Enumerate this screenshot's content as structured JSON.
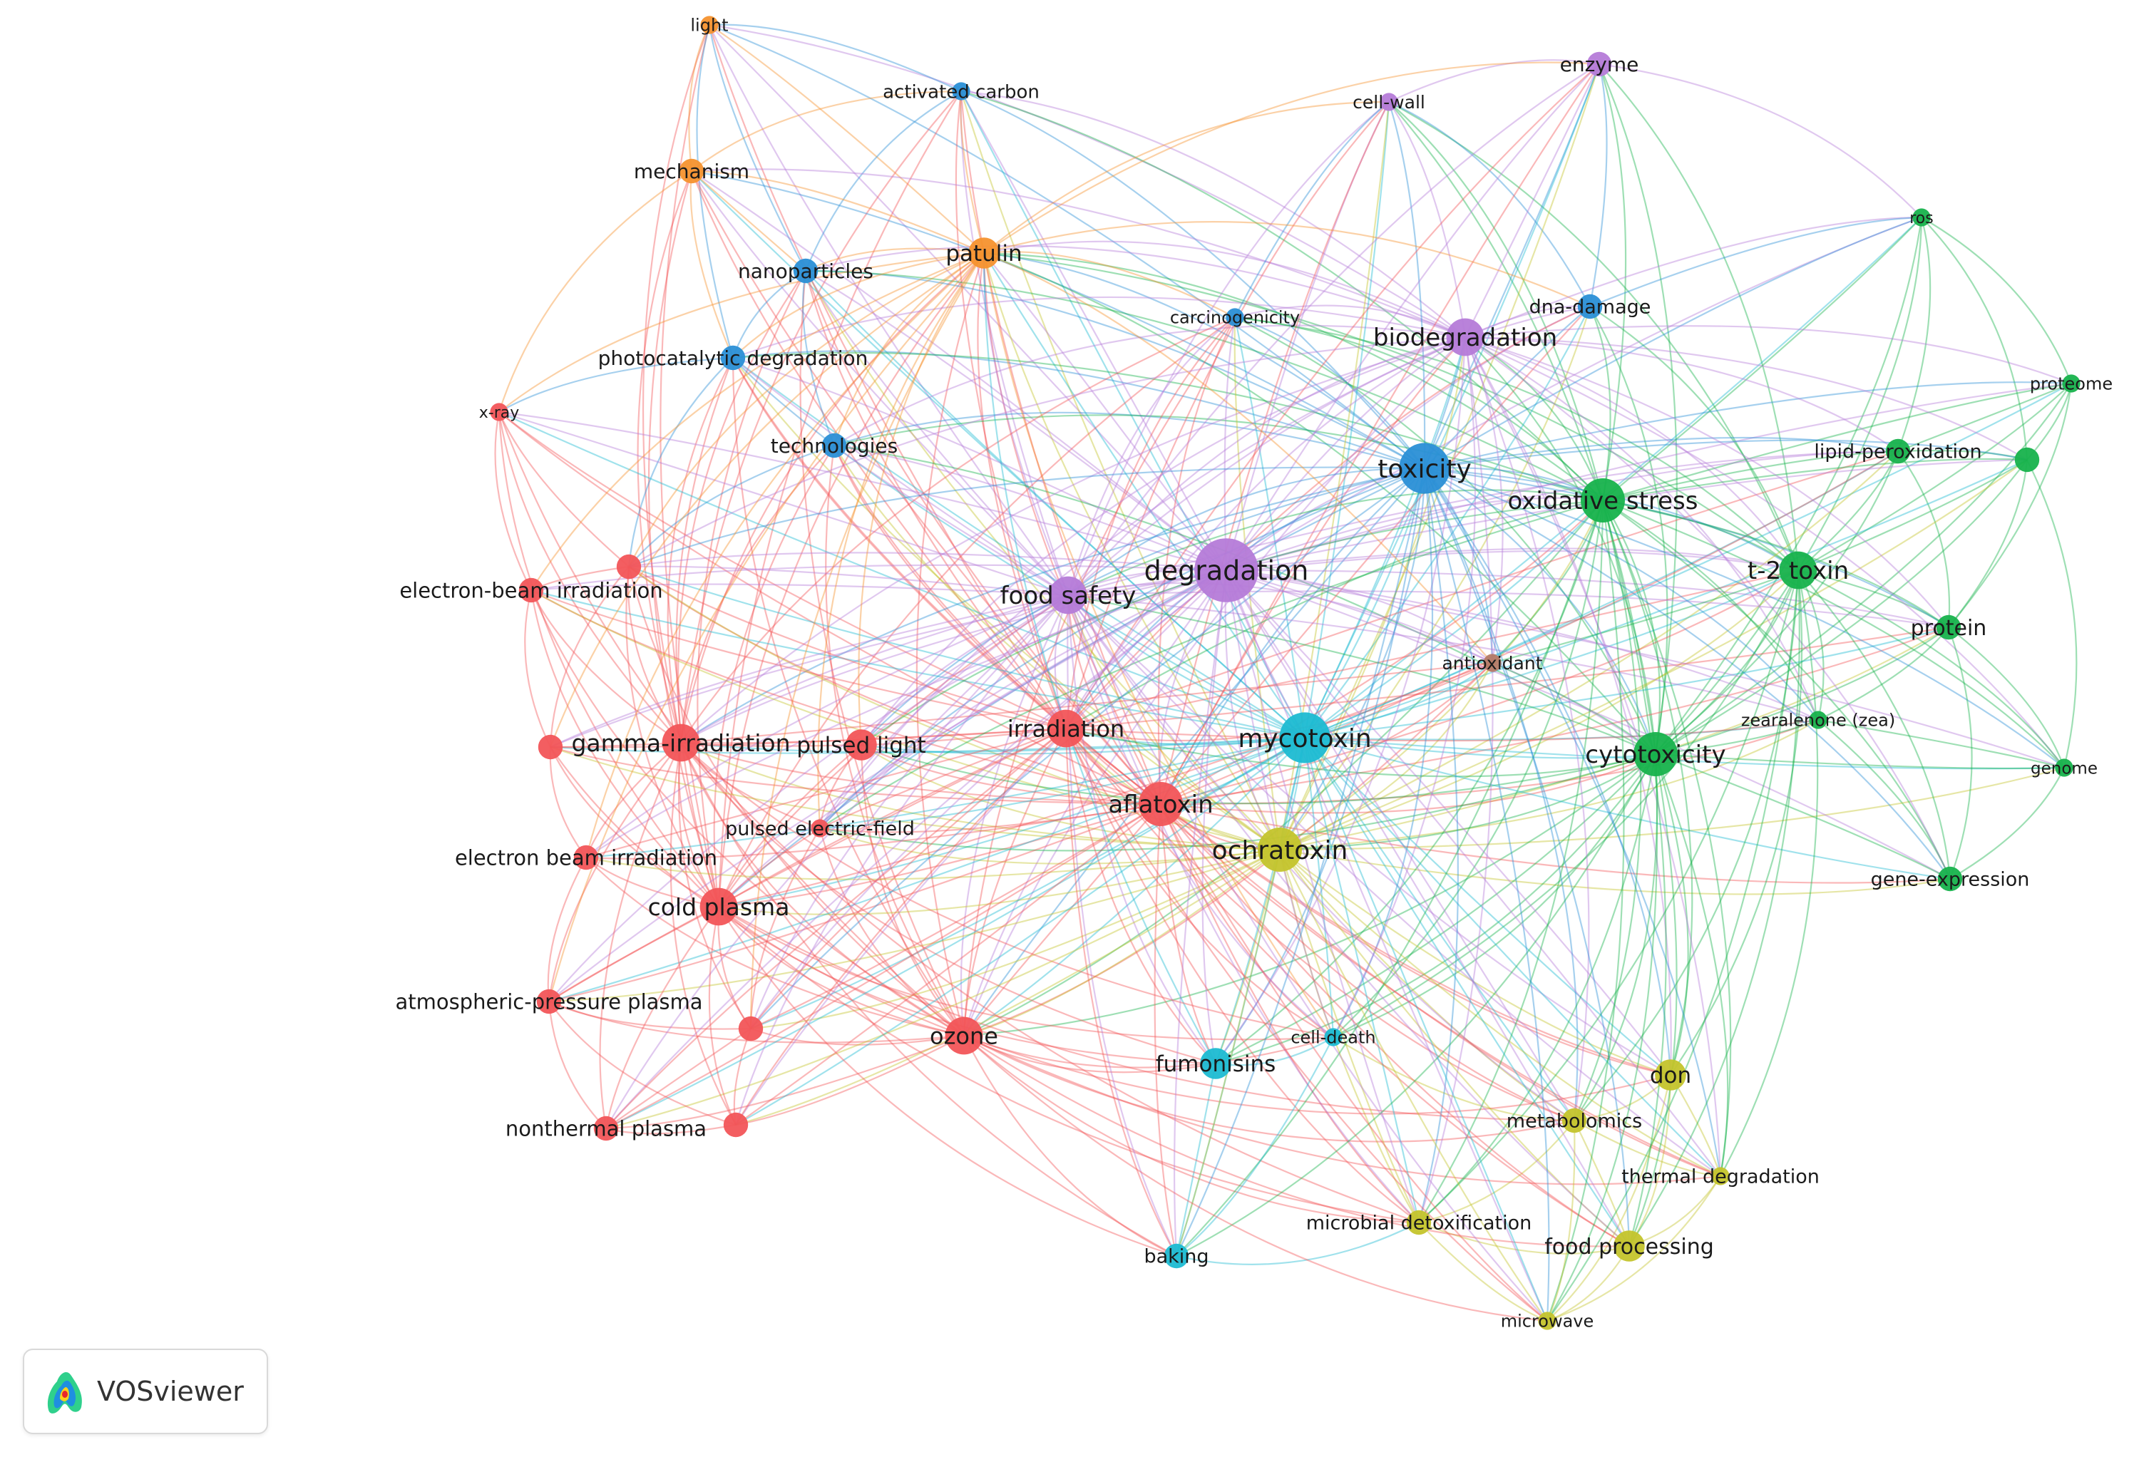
{
  "app": {
    "brand": "VOSviewer",
    "logo_icon": "vosviewer-logo-icon"
  },
  "clusters": {
    "red": "#f25558",
    "blue": "#2a8fd6",
    "orange": "#f5922e",
    "purple": "#b57bd8",
    "green": "#17b24c",
    "cyan": "#1cbad2",
    "olive": "#c4c42c",
    "brown": "#b57a66"
  },
  "nodes": [
    {
      "id": "light",
      "label": "light",
      "cluster": "orange",
      "weight": 1
    },
    {
      "id": "activated-carbon",
      "label": "activated carbon",
      "cluster": "blue",
      "weight": 1
    },
    {
      "id": "mechanism",
      "label": "mechanism",
      "cluster": "orange",
      "weight": 2
    },
    {
      "id": "patulin",
      "label": "patulin",
      "cluster": "orange",
      "weight": 3
    },
    {
      "id": "nanoparticles",
      "label": "nanoparticles",
      "cluster": "blue",
      "weight": 2
    },
    {
      "id": "photocatalytic-degradation",
      "label": "photocatalytic degradation",
      "cluster": "blue",
      "weight": 2
    },
    {
      "id": "technologies",
      "label": "technologies",
      "cluster": "blue",
      "weight": 2
    },
    {
      "id": "x-ray",
      "label": "x-ray",
      "cluster": "red",
      "weight": 1
    },
    {
      "id": "carcinogenicity",
      "label": "carcinogenicity",
      "cluster": "blue",
      "weight": 1
    },
    {
      "id": "cell-wall",
      "label": "cell-wall",
      "cluster": "purple",
      "weight": 1
    },
    {
      "id": "enzyme",
      "label": "enzyme",
      "cluster": "purple",
      "weight": 2
    },
    {
      "id": "dna-damage",
      "label": "dna-damage",
      "cluster": "blue",
      "weight": 2
    },
    {
      "id": "biodegradation",
      "label": "biodegradation",
      "cluster": "purple",
      "weight": 4
    },
    {
      "id": "toxicity",
      "label": "toxicity",
      "cluster": "blue",
      "weight": 6
    },
    {
      "id": "oxidative-stress",
      "label": "oxidative stress",
      "cluster": "green",
      "weight": 5
    },
    {
      "id": "ros",
      "label": "ros",
      "cluster": "green",
      "weight": 1
    },
    {
      "id": "proteome",
      "label": "proteome",
      "cluster": "green",
      "weight": 1
    },
    {
      "id": "lipid-peroxidation",
      "label": "lipid-peroxidation",
      "cluster": "green",
      "weight": 2
    },
    {
      "id": "unlabeled-green",
      "label": "",
      "cluster": "green",
      "weight": 2
    },
    {
      "id": "t-2-toxin",
      "label": "t-2 toxin",
      "cluster": "green",
      "weight": 4
    },
    {
      "id": "protein",
      "label": "protein",
      "cluster": "green",
      "weight": 2
    },
    {
      "id": "degradation",
      "label": "degradation",
      "cluster": "purple",
      "weight": 8
    },
    {
      "id": "food-safety",
      "label": "food safety",
      "cluster": "purple",
      "weight": 4
    },
    {
      "id": "electron-beam-irradiation-1",
      "label": "electron-beam irradiation",
      "cluster": "red",
      "weight": 2
    },
    {
      "id": "unlabeled-red-1",
      "label": "",
      "cluster": "red",
      "weight": 2
    },
    {
      "id": "antioxidant",
      "label": "antioxidant",
      "cluster": "brown",
      "weight": 1
    },
    {
      "id": "zearalenone",
      "label": "zearalenone (zea)",
      "cluster": "green",
      "weight": 1
    },
    {
      "id": "genome",
      "label": "genome",
      "cluster": "green",
      "weight": 1
    },
    {
      "id": "gamma-irradiation",
      "label": "gamma-irradiation",
      "cluster": "red",
      "weight": 4
    },
    {
      "id": "unlabeled-red-2",
      "label": "",
      "cluster": "red",
      "weight": 2
    },
    {
      "id": "pulsed-light",
      "label": "pulsed light",
      "cluster": "red",
      "weight": 3
    },
    {
      "id": "irradiation",
      "label": "irradiation",
      "cluster": "red",
      "weight": 4
    },
    {
      "id": "mycotoxin",
      "label": "mycotoxin",
      "cluster": "cyan",
      "weight": 6
    },
    {
      "id": "cytotoxicity",
      "label": "cytotoxicity",
      "cluster": "green",
      "weight": 5
    },
    {
      "id": "aflatoxin",
      "label": "aflatoxin",
      "cluster": "red",
      "weight": 5
    },
    {
      "id": "pulsed-electric-field",
      "label": "pulsed electric-field",
      "cluster": "red",
      "weight": 1
    },
    {
      "id": "electron-beam-irradiation-2",
      "label": "electron beam irradiation",
      "cluster": "red",
      "weight": 2
    },
    {
      "id": "ochratoxin",
      "label": "ochratoxin",
      "cluster": "olive",
      "weight": 5
    },
    {
      "id": "cold-plasma",
      "label": "cold plasma",
      "cluster": "red",
      "weight": 4
    },
    {
      "id": "gene-expression",
      "label": "gene-expression",
      "cluster": "green",
      "weight": 2
    },
    {
      "id": "atmospheric-pressure-plasma",
      "label": "atmospheric-pressure plasma",
      "cluster": "red",
      "weight": 2
    },
    {
      "id": "unlabeled-red-3",
      "label": "",
      "cluster": "red",
      "weight": 2
    },
    {
      "id": "ozone",
      "label": "ozone",
      "cluster": "red",
      "weight": 4
    },
    {
      "id": "fumonisins",
      "label": "fumonisins",
      "cluster": "cyan",
      "weight": 3
    },
    {
      "id": "cell-death",
      "label": "cell-death",
      "cluster": "cyan",
      "weight": 1
    },
    {
      "id": "don",
      "label": "don",
      "cluster": "olive",
      "weight": 3
    },
    {
      "id": "metabolomics",
      "label": "metabolomics",
      "cluster": "olive",
      "weight": 2
    },
    {
      "id": "nonthermal-plasma",
      "label": "nonthermal plasma",
      "cluster": "red",
      "weight": 2
    },
    {
      "id": "unlabeled-red-4",
      "label": "",
      "cluster": "red",
      "weight": 2
    },
    {
      "id": "thermal-degradation",
      "label": "thermal degradation",
      "cluster": "olive",
      "weight": 1
    },
    {
      "id": "microbial-detoxification",
      "label": "microbial detoxification",
      "cluster": "olive",
      "weight": 2
    },
    {
      "id": "food-processing",
      "label": "food processing",
      "cluster": "olive",
      "weight": 3
    },
    {
      "id": "baking",
      "label": "baking",
      "cluster": "cyan",
      "weight": 2
    },
    {
      "id": "microwave",
      "label": "microwave",
      "cluster": "olive",
      "weight": 1
    }
  ]
}
